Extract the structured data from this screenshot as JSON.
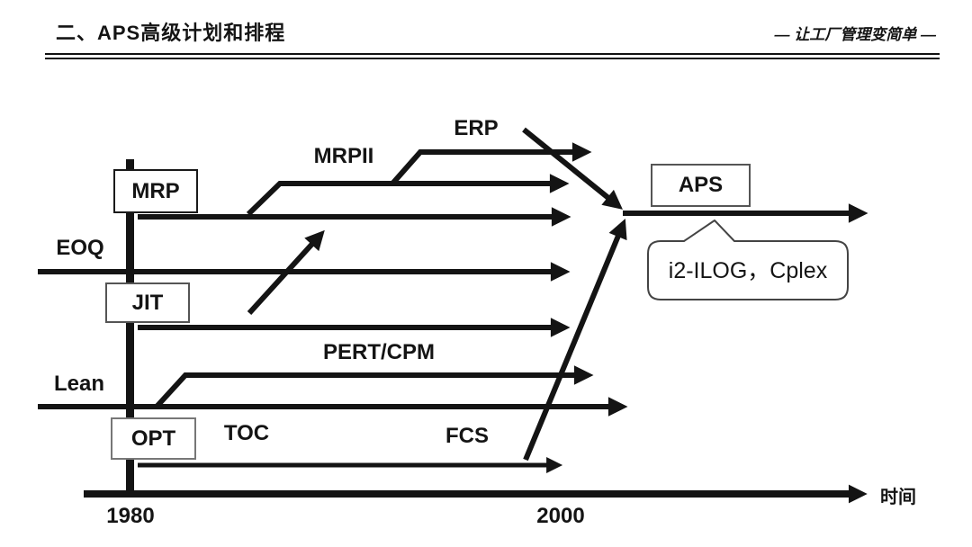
{
  "header": {
    "title": "二、APS高级计划和排程",
    "slogan": "— 让工厂管理变简单 —"
  },
  "diagram": {
    "boxes": {
      "mrp": "MRP",
      "jit": "JIT",
      "opt": "OPT",
      "aps": "APS"
    },
    "labels": {
      "eoq": "EOQ",
      "lean": "Lean",
      "mrpii": "MRPII",
      "erp": "ERP",
      "pert_cpm": "PERT/CPM",
      "toc": "TOC",
      "fcs": "FCS"
    },
    "callout": "i2-ILOG，Cplex",
    "axis": {
      "tick_1980": "1980",
      "tick_2000": "2000",
      "label": "时间"
    },
    "colors": {
      "ink": "#141414",
      "background": "#ffffff"
    }
  }
}
